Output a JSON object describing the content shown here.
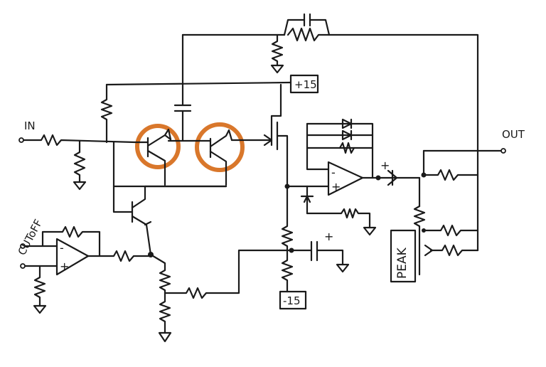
{
  "labels": {
    "input": "IN",
    "output": "OUT",
    "cutoff": "CUToFF",
    "pos_supply": "+15",
    "neg_supply": "-15",
    "peak": "PEAK"
  },
  "signs": {
    "plus": "+",
    "minus": "-"
  },
  "icons": {
    "op_amp": "op-amp-triangle",
    "resistor": "zigzag",
    "ground": "ground-triangle",
    "transistor": "bjt",
    "diode": "diode-triangle"
  },
  "colors": {
    "ink": "#1a1a1a",
    "highlight": "#d9772b",
    "background": "#ffffff"
  }
}
